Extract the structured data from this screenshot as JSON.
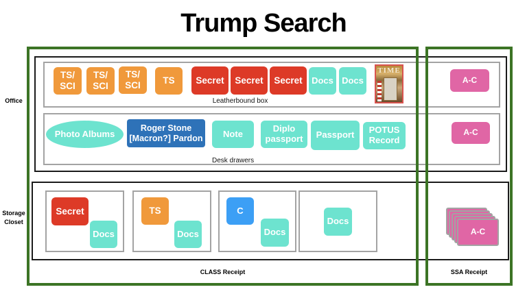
{
  "title": "Trump Search",
  "rows": {
    "office_label": "Office",
    "storage_label": "Storage Closet"
  },
  "receipts": {
    "class": "CLASS Receipt",
    "ssa": "SSA Receipt"
  },
  "colors": {
    "top_secret_sci": "#f0993b",
    "secret": "#dd3a27",
    "docs": "#6de3cf",
    "confidential": "#3c9ff5",
    "pardon": "#2e72b8",
    "a_c": "#e066a5",
    "receipt_border": "#3c7425"
  },
  "office": {
    "leatherbound_box": {
      "caption": "Leatherbound box",
      "items": [
        {
          "label": "TS/ SCI",
          "kind": "ts-sci"
        },
        {
          "label": "TS/ SCI",
          "kind": "ts-sci"
        },
        {
          "label": "TS/ SCI",
          "kind": "ts-sci"
        },
        {
          "label": "TS",
          "kind": "ts"
        },
        {
          "label": "Secret",
          "kind": "secret"
        },
        {
          "label": "Secret",
          "kind": "secret"
        },
        {
          "label": "Secret",
          "kind": "secret"
        },
        {
          "label": "Docs",
          "kind": "docs"
        },
        {
          "label": "Docs",
          "kind": "docs"
        }
      ],
      "magazine": {
        "label": "TIME",
        "icon": "time-magazine-cover"
      },
      "ssa_item": "A-C"
    },
    "desk_drawers": {
      "caption": "Desk drawers",
      "items": [
        {
          "label": "Photo Albums",
          "kind": "docs"
        },
        {
          "label": "Roger Stone [Macron?] Pardon",
          "kind": "pardon"
        },
        {
          "label": "Note",
          "kind": "docs"
        },
        {
          "label": "Diplo passport",
          "kind": "docs"
        },
        {
          "label": "Passport",
          "kind": "docs"
        },
        {
          "label": "POTUS Record",
          "kind": "docs"
        }
      ],
      "ssa_item": "A-C"
    }
  },
  "storage_closet": {
    "boxes": [
      {
        "items": [
          {
            "label": "Secret",
            "kind": "secret"
          },
          {
            "label": "Docs",
            "kind": "docs"
          }
        ]
      },
      {
        "items": [
          {
            "label": "TS",
            "kind": "ts"
          },
          {
            "label": "Docs",
            "kind": "docs"
          }
        ]
      },
      {
        "items": [
          {
            "label": "C",
            "kind": "confidential"
          },
          {
            "label": "Docs",
            "kind": "docs"
          }
        ]
      },
      {
        "items": [
          {
            "label": "Docs",
            "kind": "docs"
          }
        ]
      }
    ],
    "ssa_item": "A-C"
  }
}
